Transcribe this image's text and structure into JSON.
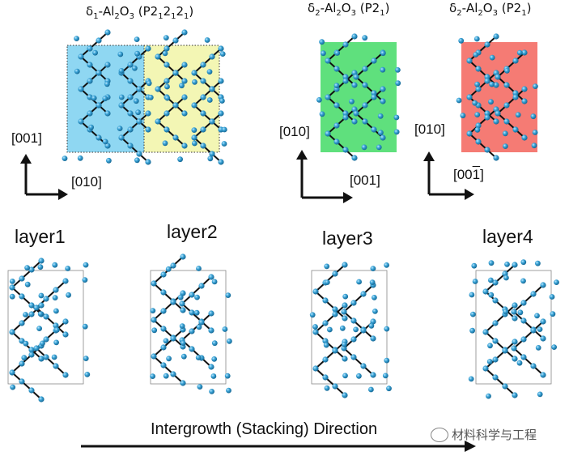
{
  "titles": {
    "delta1": {
      "pre": "δ",
      "s1": "1",
      "mid": "-Al",
      "s2": "2",
      "o": "O",
      "s3": "3",
      "sg": " (P2",
      "g1": "1",
      "g2": "2",
      "g3": "1",
      "g4": "2",
      "g5": "1",
      "end": ")"
    },
    "delta2a": {
      "pre": "δ",
      "s1": "2",
      "mid": "-Al",
      "s2": "2",
      "o": "O",
      "s3": "3",
      "sg": " (P2",
      "g1": "1",
      "end": ")"
    },
    "delta2b": {
      "pre": "δ",
      "s1": "2",
      "mid": "-Al",
      "s2": "2",
      "o": "O",
      "s3": "3",
      "sg": " (P2",
      "g1": "1",
      "end": ")"
    }
  },
  "axes": {
    "a1_up": "[001]",
    "a1_right": "[010]",
    "a2_up": "[010]",
    "a2_right": "[001]",
    "a3_up": "[010]",
    "a3_right_pre": "[00",
    "a3_right_bar": "1",
    "a3_right_post": "]"
  },
  "layers": [
    "layer1",
    "layer2",
    "layer3",
    "layer4"
  ],
  "footer": "Intergrowth (Stacking) Direction",
  "watermark": "材料科学与工程",
  "colors": {
    "blue_panel": "#8fd7f2",
    "yellow_panel": "#f3f6b4",
    "green_panel": "#5fe07d",
    "red_panel": "#f57b74",
    "atom": "#2e95c8",
    "bond": "#111111"
  }
}
